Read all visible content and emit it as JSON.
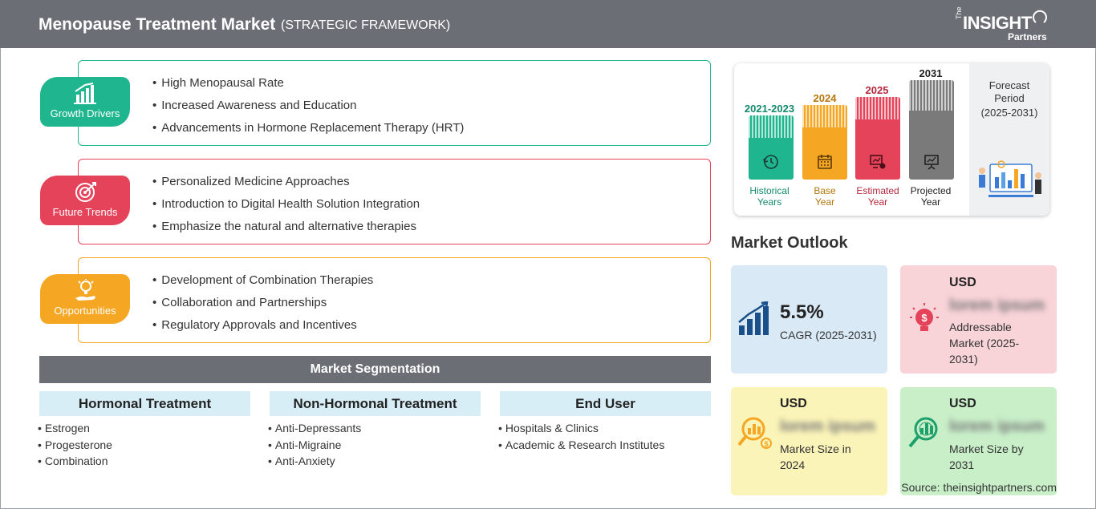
{
  "header": {
    "title": "Menopause Treatment Market",
    "subtitle": "(STRATEGIC FRAMEWORK)",
    "logo_the": "The",
    "logo_word": "INSIGHT",
    "logo_partners": "Partners"
  },
  "categories": [
    {
      "label": "Growth Drivers",
      "icon": "growth-chart-icon",
      "color": "#1fb58f",
      "items": [
        "High Menopausal Rate",
        "Increased Awareness and Education",
        "Advancements in Hormone Replacement Therapy (HRT)"
      ]
    },
    {
      "label": "Future Trends",
      "icon": "target-icon",
      "color": "#e5435a",
      "items": [
        "Personalized Medicine Approaches",
        "Introduction to Digital Health Solution Integration",
        "Emphasize the natural and alternative therapies"
      ]
    },
    {
      "label": "Opportunities",
      "icon": "lightbulb-hand-icon",
      "color": "#f5a623",
      "items": [
        "Development of Combination Therapies",
        "Collaboration and Partnerships",
        "Regulatory Approvals and Incentives"
      ]
    }
  ],
  "segmentation": {
    "title": "Market Segmentation",
    "columns": [
      {
        "heading": "Hormonal Treatment",
        "items": [
          "Estrogen",
          "Progesterone",
          "Combination"
        ]
      },
      {
        "heading": "Non-Hormonal Treatment",
        "items": [
          "Anti-Depressants",
          "Anti-Migraine",
          "Anti-Anxiety"
        ]
      },
      {
        "heading": "End User",
        "items": [
          "Hospitals & Clinics",
          "Academic & Research Institutes"
        ]
      }
    ]
  },
  "timeline": {
    "bars": [
      {
        "year": "2021-2023",
        "caption_1": "Historical",
        "caption_2": "Years",
        "color": "#1fb58f",
        "year_color": "#138a6b",
        "icon": "history-clock-icon"
      },
      {
        "year": "2024",
        "caption_1": "Base",
        "caption_2": "Year",
        "color": "#f5a623",
        "year_color": "#b5760c",
        "icon": "calendar-icon"
      },
      {
        "year": "2025",
        "caption_1": "Estimated",
        "caption_2": "Year",
        "color": "#e5435a",
        "year_color": "#b5283d",
        "icon": "analytics-icon"
      },
      {
        "year": "2031",
        "caption_1": "Projected",
        "caption_2": "Year",
        "color": "#7a7a7a",
        "year_color": "#222222",
        "icon": "presentation-icon"
      }
    ],
    "forecast_label": "Forecast Period",
    "forecast_range": "(2025-2031)"
  },
  "outlook": {
    "title": "Market Outlook",
    "cagr": {
      "value": "5.5%",
      "label": "CAGR (2025-2031)",
      "color": "#d9eaf6",
      "icon": "growth-bars-icon"
    },
    "addressable": {
      "usd": "USD",
      "value": "lorem ipsum",
      "label_1": "Addressable",
      "label_2": "Market (2025-",
      "label_3": "2031)",
      "color": "#f8d3d8",
      "icon": "lightbulb-dollar-icon"
    },
    "size_2024": {
      "usd": "USD",
      "value": "lorem ipsum",
      "label_1": "Market Size in",
      "label_2": "2024",
      "color": "#fbf4b8",
      "icon": "magnifier-coins-icon"
    },
    "size_2031": {
      "usd": "USD",
      "value": "lorem ipsum",
      "label_1": "Market Size by",
      "label_2": "2031",
      "color": "#c9efc9",
      "icon": "magnifier-chart-icon"
    }
  },
  "source": "Source: theinsightpartners.com"
}
